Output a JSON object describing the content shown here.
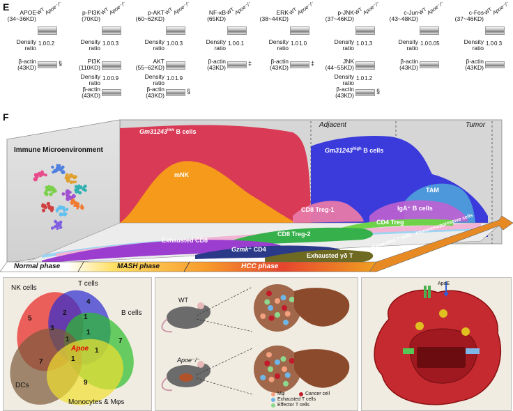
{
  "panel_e": {
    "letter": "E",
    "genotypes": [
      "WT",
      "Apoe⁻/⁻"
    ],
    "density_label": "Density\nratio",
    "groups": [
      {
        "label": "APOE\n(34~36KD)",
        "values": [
          "1.0",
          "0.2"
        ],
        "actin_label": "β-actin\n(43KD)",
        "actin_mark": "§"
      },
      {
        "label": "p-PI3K\n(70KD)",
        "values": [
          "1.0",
          "0.3"
        ],
        "second_label": "PI3K\n(110KD)",
        "second_values": [
          "1.0",
          "0.9"
        ],
        "actin_label": "β-actin\n(43KD)",
        "actin_mark": ""
      },
      {
        "label": "p-AKT\n(60~62KD)",
        "values": [
          "1.0",
          "0.3"
        ],
        "second_label": "AKT\n(55~62KD)",
        "second_values": [
          "1.0",
          "1.9"
        ],
        "actin_label": "β-actin\n(43KD)",
        "actin_mark": "§"
      },
      {
        "label": "NF-κB\n(65KD)",
        "values": [
          "1.0",
          "0.1"
        ],
        "actin_label": "β-actin\n(43KD)",
        "actin_mark": "‡"
      },
      {
        "label": "ERK\n(38~44KD)",
        "values": [
          "1.0",
          "1.0"
        ],
        "actin_label": "β-actin\n(43KD)",
        "actin_mark": "‡"
      },
      {
        "label": "p-JNK\n(37~46KD)",
        "values": [
          "1.0",
          "1.3"
        ],
        "second_label": "JNK\n(44~55KD)",
        "second_values": [
          "1.0",
          "1.2"
        ],
        "actin_label": "β-actin\n(43KD)",
        "actin_mark": "§"
      },
      {
        "label": "c-Jun\n(43~48KD)",
        "values": [
          "1.0",
          "0.05"
        ],
        "actin_label": "β-actin\n(43KD)",
        "actin_mark": ""
      },
      {
        "label": "c-Fos\n(37~46KD)",
        "values": [
          "1.0",
          "0.3"
        ],
        "actin_label": "β-actin\n(43KD)",
        "actin_mark": ""
      }
    ]
  },
  "panel_f": {
    "letter": "F",
    "box_title": "Immune Microenvironment",
    "regions": [
      "Adjacent",
      "Tumor"
    ],
    "streams": {
      "gm_low": "Gm31243",
      "gm_low_sup": "low",
      "gm_low_tail": " B cells",
      "gm_high": "Gm31243",
      "gm_high_sup": "high",
      "gm_high_tail": " B cells",
      "mnk": "mNK",
      "tam": "TAM",
      "cd8treg1": "CD8 Treg-1",
      "iga": "IgA⁺ B cells",
      "cd4treg": "CD4 Treg",
      "cd8treg2": "CD8 Treg-2",
      "exhausted_cd8": "Exhausted CD8",
      "gzmk": "Gzmk",
      "gzmk_tail": "⁺ CD4",
      "exhausted_gd": "Exhausted γδ T"
    },
    "phases": [
      "Normal phase",
      "MASH phase",
      "HCC phase"
    ],
    "arrow_labels": [
      "Exhausted T cells",
      "Immunosuppressive cells"
    ],
    "venn": {
      "sets": [
        "NK cells",
        "T cells",
        "B cells",
        "DCs",
        "Monocytes & Mφs"
      ],
      "numbers": [
        "5",
        "4",
        "2",
        "1",
        "3",
        "1",
        "1",
        "7",
        "7",
        "1",
        "9",
        "1"
      ],
      "center": "Apoe"
    },
    "mice": {
      "top": "WT",
      "bottom": "Apoe⁻/⁻"
    },
    "legend": [
      "Mφ",
      "Cancer cell",
      "Exhausted T cells",
      "Effector T cells"
    ],
    "cell_label": "ApoE"
  },
  "colors": {
    "gm_low": "#d93a55",
    "gm_high": "#3b3bdc",
    "mnk": "#f59a1b",
    "tam": "#4fa3d9",
    "phase_gradient_start": "#ffe066",
    "phase_gradient_end": "#e6452e"
  }
}
